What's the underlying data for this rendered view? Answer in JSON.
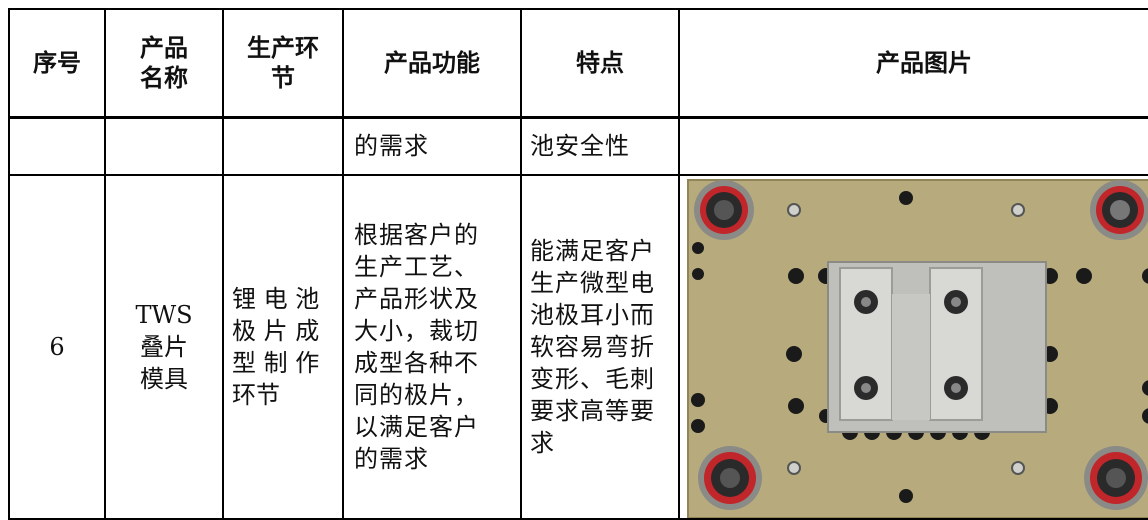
{
  "headers": {
    "col1": "序号",
    "col2_line1": "产品",
    "col2_line2": "名称",
    "col3_line1": "生产环",
    "col3_line2": "节",
    "col4": "产品功能",
    "col5": "特点",
    "col6": "产品图片"
  },
  "continued_row": {
    "function": "的需求",
    "feature": "池安全性"
  },
  "row6": {
    "seq": "6",
    "name_lines": [
      "TWS",
      "叠片",
      "模具"
    ],
    "stage_lines": [
      "锂 电 池",
      "极 片 成",
      "型 制 作",
      "环节"
    ],
    "function_lines": [
      "根据客户的",
      "生产工艺、",
      "产品形状及",
      "大小，裁切",
      "成型各种不",
      "同的极片，",
      "以满足客户",
      "的需求"
    ],
    "feature_lines": [
      "能满足客户",
      "生产微型电",
      "池极耳小而",
      "软容易弯折",
      "变形、毛刺",
      "要求高等要",
      "求"
    ]
  },
  "photo_colors": {
    "plate": "#b7ab7e",
    "metal": "#c9cac6",
    "red": "#c0262a",
    "hole": "#1a1a1a"
  }
}
